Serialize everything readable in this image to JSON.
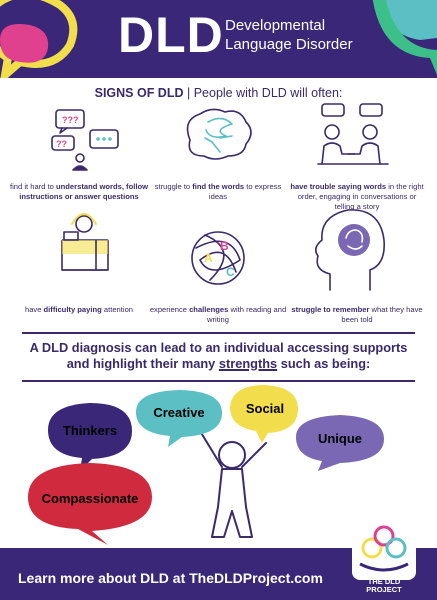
{
  "header": {
    "logo": "DLD",
    "line1": "Developmental",
    "line2": "Language Disorder"
  },
  "signs": {
    "title_bold": "SIGNS OF DLD",
    "title_rest": " | People with DLD will often:"
  },
  "items": [
    {
      "icon": "speech-bubbles-icon",
      "pre": "find it hard to ",
      "bold": "understand words, follow instructions or answer questions",
      "post": ""
    },
    {
      "icon": "tangled-brain-icon",
      "pre": "struggle to ",
      "bold": "find the words",
      "post": " to express ideas"
    },
    {
      "icon": "conversation-icon",
      "pre": "",
      "bold": "have trouble saying words",
      "post": " in the right order, engaging in conversations or telling a story"
    },
    {
      "icon": "desk-worker-icon",
      "pre": "have ",
      "bold": "difficulty paying",
      "post": " attention"
    },
    {
      "icon": "alphabet-scribble-icon",
      "pre": "experience ",
      "bold": "challenges",
      "post": " with reading and writing"
    },
    {
      "icon": "memory-head-icon",
      "pre": "",
      "bold": "struggle to remember",
      "post": " what they have been told"
    }
  ],
  "diagnosis": {
    "line1": "A DLD diagnosis can lead to an individual accessing supports",
    "line2_pre": "and highlight their many ",
    "line2_underline": "strengths",
    "line2_post": " such as being:"
  },
  "strengths": [
    "Thinkers",
    "Creative",
    "Social",
    "Unique",
    "Compassionate"
  ],
  "colors": {
    "navy": "#3a2778",
    "thinkers": "#3a2778",
    "creative": "#5bbfc4",
    "social": "#f2de4c",
    "unique": "#7b68b5",
    "compassionate": "#cf2a3e"
  },
  "footer": {
    "text": "Learn more about DLD at TheDLDProject.com",
    "logo_line1": "THE DLD",
    "logo_line2": "PROJECT"
  }
}
